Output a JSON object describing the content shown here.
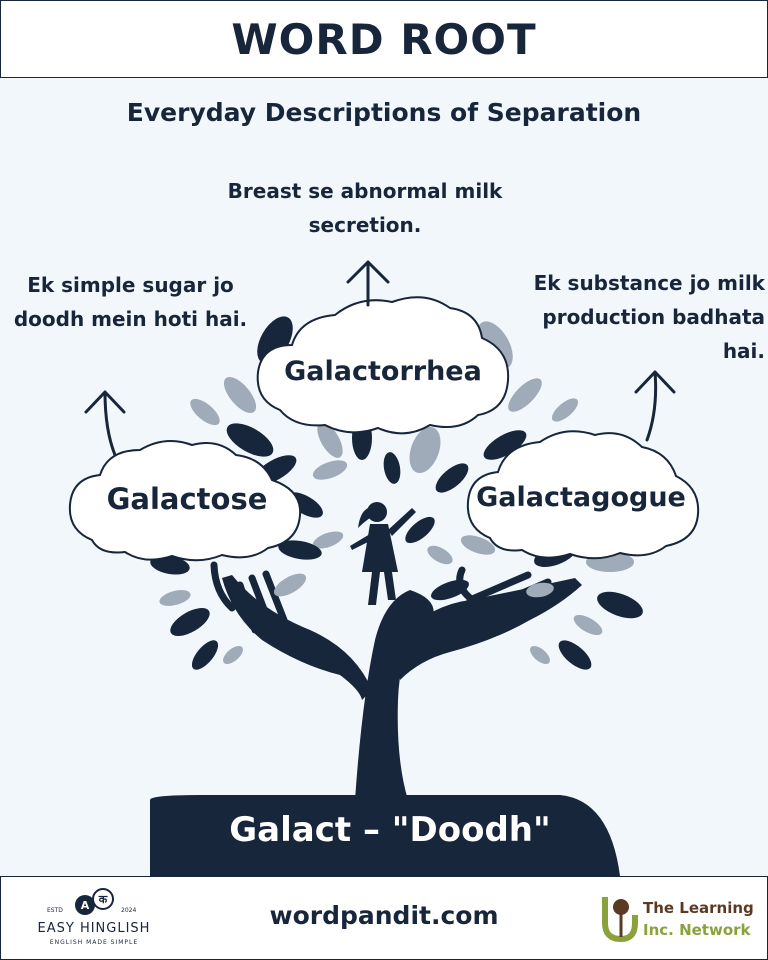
{
  "header": {
    "title": "WORD ROOT"
  },
  "subtitle": "Everyday Descriptions of Separation",
  "descriptions": {
    "top": "Breast se abnormal milk secretion.",
    "left": "Ek simple sugar jo doodh mein hoti hai.",
    "right": "Ek substance jo milk production badhata hai."
  },
  "clouds": {
    "center": "Galactorrhea",
    "left": "Galactose",
    "right": "Galactagogue"
  },
  "root": "Galact – \"Doodh\"",
  "footer": {
    "website": "wordpandit.com",
    "left_logo": {
      "name": "EASY HINGLISH",
      "tagline": "ENGLISH MADE SIMPLE",
      "estd": "ESTD",
      "year": "2024",
      "glyph_a": "A",
      "glyph_ka": "क"
    },
    "right_logo": {
      "line1": "The Learning",
      "line2": "Inc. Network"
    }
  },
  "colors": {
    "navy": "#17263a",
    "background": "#f1f7fb",
    "leaf_grey": "#9fabb8",
    "brown": "#5b3a24",
    "olive": "#8aa23a"
  }
}
